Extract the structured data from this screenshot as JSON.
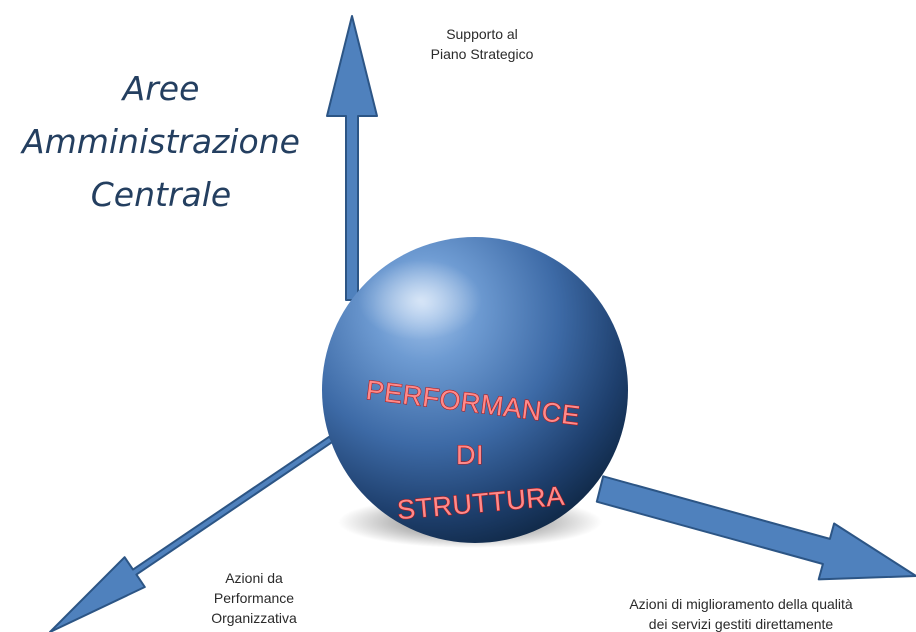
{
  "title": {
    "lines": [
      "Aree",
      "Amministrazione",
      "Centrale"
    ]
  },
  "axes": {
    "top": {
      "label_lines": [
        "Supporto al",
        "Piano Strategico"
      ]
    },
    "left": {
      "label_lines": [
        "Azioni da",
        "Performance",
        "Organizzativa"
      ]
    },
    "right": {
      "label_lines": [
        "Azioni di miglioramento della qualità",
        "dei servizi gestiti direttamente"
      ]
    }
  },
  "sphere": {
    "lines": [
      "PERFORMANCE",
      "DI",
      "STRUTTURA"
    ]
  },
  "colors": {
    "arrow_fill": "#4f81bd",
    "arrow_stroke": "#2c5585",
    "sphere_light": "#a9c8ee",
    "sphere_dark": "#0f2744",
    "sphere_text_fill": "#ff8a8a",
    "sphere_text_stroke": "#b01818",
    "title_color": "#243f60"
  }
}
